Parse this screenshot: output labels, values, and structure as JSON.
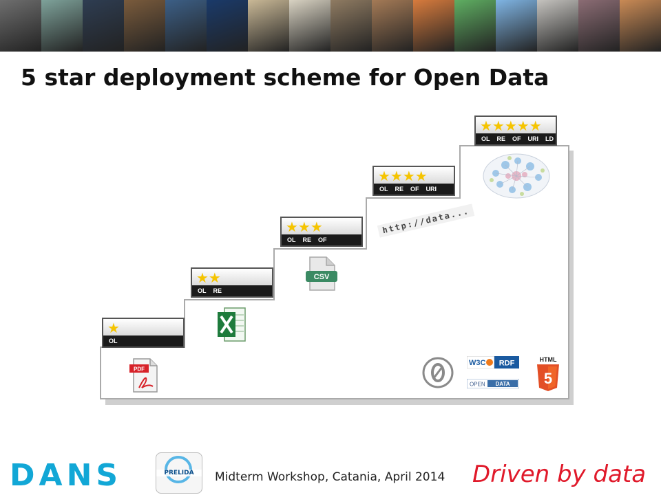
{
  "title": "5 star deployment scheme for Open Data",
  "banner": {
    "tiles": [
      "#6e6e6e",
      "#7ea29a",
      "#2e3d52",
      "#7a5b3c",
      "#3c5f86",
      "#1a3a6a",
      "#c9b896",
      "#d8d2c2",
      "#8f7b62",
      "#a47a56",
      "#d77b3d",
      "#5fae62",
      "#7fb4e3",
      "#c4c2be",
      "#8b6c74",
      "#c98a55"
    ]
  },
  "steps": [
    {
      "stars": "★",
      "codes": [
        "OL"
      ],
      "icon": "pdf-icon"
    },
    {
      "stars": "★★",
      "codes": [
        "OL",
        "RE"
      ],
      "icon": "excel-icon"
    },
    {
      "stars": "★★★",
      "codes": [
        "OL",
        "RE",
        "OF"
      ],
      "icon": "csv-icon"
    },
    {
      "stars": "★★★★",
      "codes": [
        "OL",
        "RE",
        "OF",
        "URI"
      ],
      "icon": "uri-icon"
    },
    {
      "stars": "★★★★★",
      "codes": [
        "OL",
        "RE",
        "OF",
        "URI",
        "LD"
      ],
      "icon": "linked-data-cloud-icon"
    }
  ],
  "icons": {
    "pdf_label": "PDF",
    "csv_label": "CSV",
    "uri_text": "http://data...",
    "w3c_label": "W3C",
    "rdf_label": "RDF",
    "opendata_label_1": "OPEN",
    "opendata_label_2": "DATA",
    "html5_label": "HTML",
    "html5_number": "5"
  },
  "footer": {
    "caption": "Midterm Workshop, Catania, April 2014",
    "dans": "DANS",
    "prelida": "PRELIDA",
    "tagline": "Driven by data"
  },
  "colors": {
    "star": "#f5c400",
    "dans_blue": "#12a7d6",
    "tagline_red": "#e0192a",
    "excel_green": "#1e7b3c",
    "csv_green": "#3b8a63",
    "pdf_red": "#d72229",
    "html5_orange": "#e34f26"
  }
}
